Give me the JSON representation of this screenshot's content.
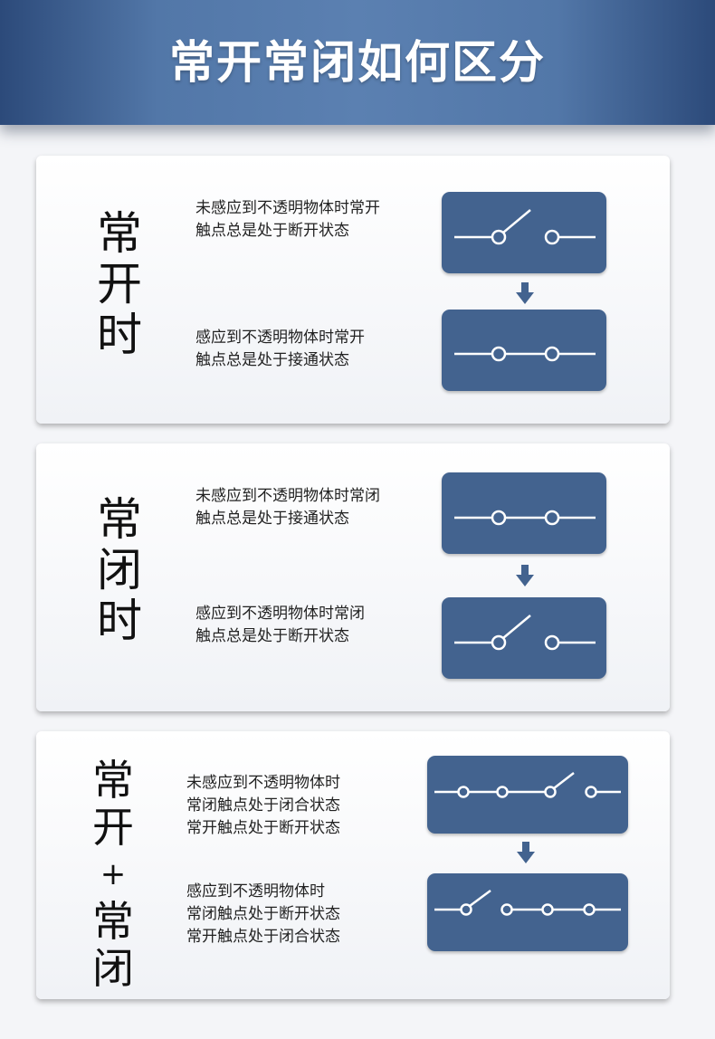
{
  "header": {
    "title": "常开常闭如何区分"
  },
  "sections": [
    {
      "label_chars": [
        "常",
        "开",
        "时"
      ],
      "top_text": [
        "未感应到不透明物体时常开",
        "触点总是处于断开状态"
      ],
      "bottom_text": [
        "感应到不透明物体时常开",
        "触点总是处于接通状态"
      ]
    },
    {
      "label_chars": [
        "常",
        "闭",
        "时"
      ],
      "top_text": [
        "未感应到不透明物体时常闭",
        "触点总是处于接通状态"
      ],
      "bottom_text": [
        "感应到不透明物体时常闭",
        "触点总是处于断开状态"
      ]
    },
    {
      "label_chars": [
        "常",
        "开",
        "+",
        "常",
        "闭"
      ],
      "top_text": [
        "未感应到不透明物体时",
        "常闭触点处于闭合状态",
        "常开触点处于断开状态"
      ],
      "bottom_text": [
        "感应到不透明物体时",
        "常闭触点处于断开状态",
        "常开触点处于闭合状态"
      ]
    }
  ],
  "colors": {
    "header": "#5277a8",
    "switch_box": "#43638f",
    "arrow": "#43638f"
  },
  "icons": [
    "open-switch-icon",
    "closed-switch-icon",
    "down-arrow-icon"
  ]
}
